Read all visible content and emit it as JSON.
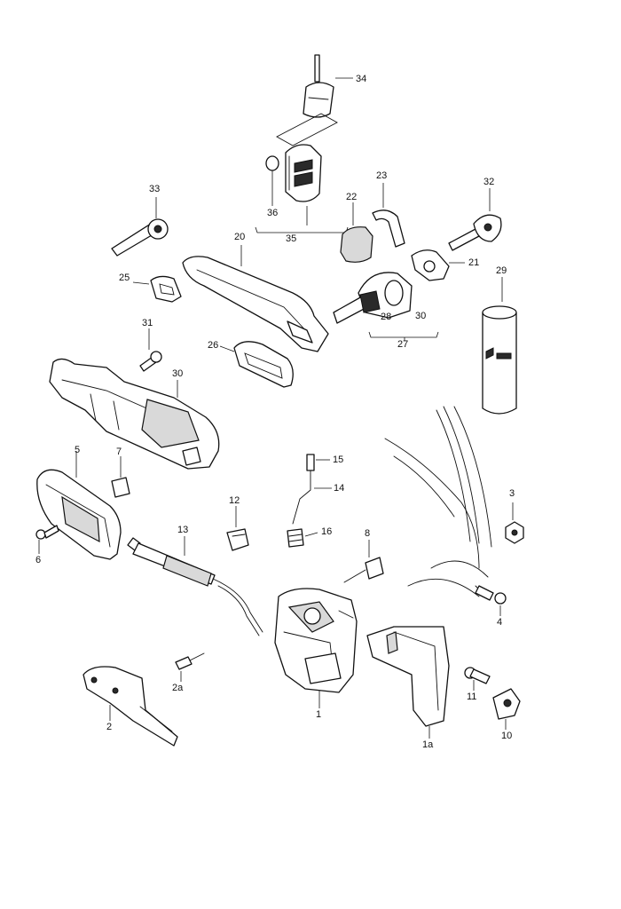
{
  "diagram": {
    "callouts": {
      "c34": "34",
      "c36": "36",
      "c35": "35",
      "c33": "33",
      "c20": "20",
      "c23": "23",
      "c22": "22",
      "c32": "32",
      "c21": "21",
      "c25": "25",
      "c29": "29",
      "c28": "28",
      "c30a": "30",
      "c27": "27",
      "c31": "31",
      "c26": "26",
      "c30b": "30",
      "c5": "5",
      "c7": "7",
      "c15": "15",
      "c14": "14",
      "c3": "3",
      "c12": "12",
      "c16": "16",
      "c8": "8",
      "c6": "6",
      "c13": "13",
      "c4": "4",
      "c1": "1",
      "c2a": "2a",
      "c11": "11",
      "c2": "2",
      "c10": "10",
      "c1a": "1a"
    }
  }
}
